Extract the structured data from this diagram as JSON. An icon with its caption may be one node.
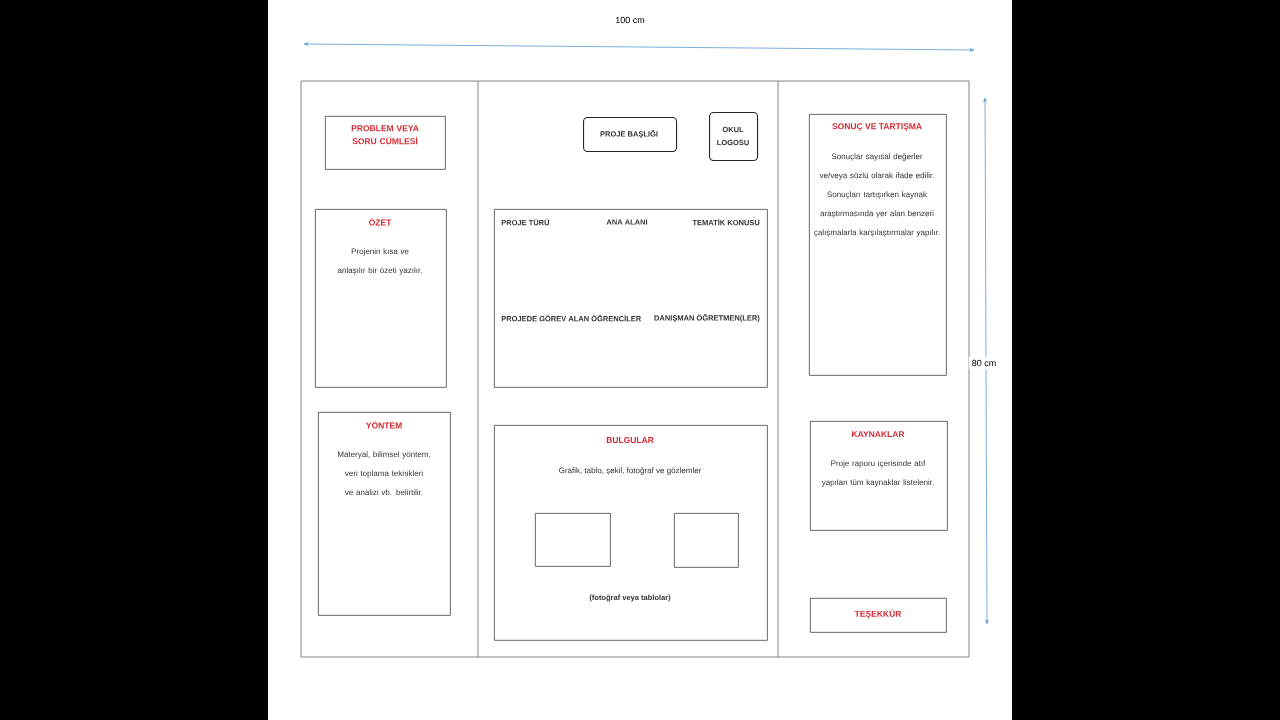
{
  "diagram": {
    "nodes": [
      {
        "text": [
          "PROBLEM VEYA SORU CÜMLESİ"
        ]
      },
      {
        "text": [
          "ÖZET",
          "Projenin kısa ve anlaşılır bir özeti yazılır."
        ]
      },
      {
        "text": [
          "YÖNTEM",
          "Materyal, bilimsel yöntem, veri toplama teknikleri ve analizi vb. belirtilir."
        ]
      },
      {
        "text": [
          "PROJE BAŞLIĞI"
        ]
      },
      {
        "text": [
          "OKUL LOGOSU"
        ]
      },
      {
        "text": [
          "PROJE TÜRÜ",
          "ANA ALANI",
          "TEMATİK KONUSU",
          "PROJEDE GÖREV ALAN ÖĞRENCİLER",
          "DANIŞMAN ÖĞRETMEN(LER)"
        ]
      },
      {
        "text": [
          "BULGULAR",
          "Grafik, tablo, şekil, fotoğraf ve gözlemler",
          "(fotoğraf veya tablolar)"
        ]
      },
      {
        "text": [],
        "shape": "box",
        "in": 6
      },
      {
        "text": [],
        "shape": "box",
        "in": 6
      },
      {
        "text": [
          "SONUÇ VE TARTIŞMA",
          "Sonuçlar sayısal değerler ve/veya sözlü olarak ifade edilir. Sonuçları tartışırken kaynak araştırmasında yer alan benzeri çalışmalarla karşılaştırmalar yapılır."
        ]
      },
      {
        "text": [
          "KAYNAKLAR",
          "Proje raporu içerisinde atıf yapılan tüm kaynaklar listelenir."
        ]
      },
      {
        "text": [
          "TEŞEKKÜR"
        ]
      }
    ],
    "labels": [
      "100 cm",
      "80 cm"
    ]
  }
}
